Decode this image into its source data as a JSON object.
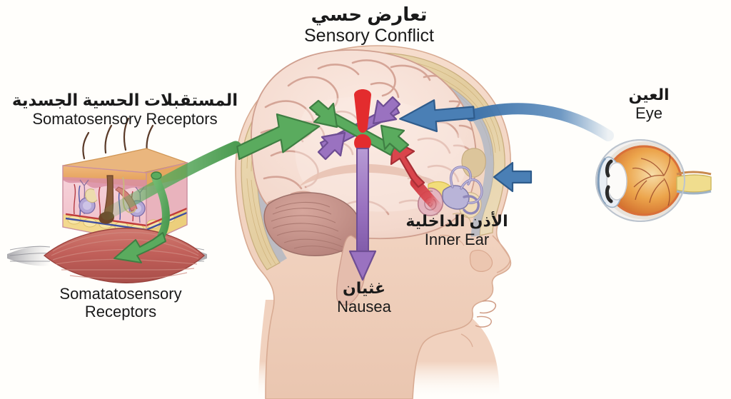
{
  "figure": {
    "title_ar": "تعارض حسي",
    "title_en": "Sensory Conflict",
    "background_color": "#fffefb"
  },
  "labels": [
    {
      "id": "sensory-conflict",
      "ar": "تعارض حسي",
      "en": "Sensory Conflict"
    },
    {
      "id": "somatosensory-receptors",
      "ar": "المستقبلات الحسية الجسدية",
      "en": "Somatosensory Receptors"
    },
    {
      "id": "somatosensory-receptors-lower",
      "ar": "",
      "en_line1": "Somatatosensory",
      "en_line2": "Receptors"
    },
    {
      "id": "inner-ear",
      "ar": "الأذن الداخلية",
      "en": "Inner Ear"
    },
    {
      "id": "eye",
      "ar": "العين",
      "en": "Eye"
    },
    {
      "id": "nausea",
      "ar": "غثيان",
      "en": "Nausea"
    }
  ],
  "colors": {
    "green_arrow": "#5aab5e",
    "green_arrow_dark": "#3f7f43",
    "purple_arrow": "#9a72c0",
    "purple_arrow_dark": "#6f4e94",
    "blue_arrow": "#4a7fb5",
    "blue_arrow_dark": "#2f5c8c",
    "red_arrow": "#d9454c",
    "red_arrow_dark": "#a82f36",
    "exclamation_red": "#e32c2e",
    "skin": "#f2d3c1",
    "skull_bone": "#e7d3ab",
    "brain": "#f4ddd3",
    "brain_sulci": "#d9ab9c",
    "cerebellum": "#c4918a",
    "dura": "#aab4c4",
    "eye_sclera": "#f6f4f2",
    "eye_iris": "#e07b2a",
    "eye_interior": "#e8a64e",
    "muscle": "#c1605a",
    "epidermis": "#eaa86a",
    "dermis": "#f0c3cb",
    "fat": "#f3d98e",
    "text": "#1a1a1a"
  },
  "arrows": [
    {
      "id": "somatosensory-to-brain",
      "color": "#5aab5e",
      "from": "Somatosensory Receptors",
      "to": "Brain",
      "shape": "curved"
    },
    {
      "id": "skin-to-muscle",
      "color": "#5aab5e",
      "from": "Skin",
      "to": "Muscle",
      "shape": "curved"
    },
    {
      "id": "eye-to-brain-upper",
      "color": "#4a7fb5",
      "from": "Eye",
      "to": "Brain",
      "shape": "curved"
    },
    {
      "id": "eye-to-brain-lower",
      "color": "#4a7fb5",
      "from": "Eye",
      "to": "Head",
      "shape": "straight"
    },
    {
      "id": "inner-ear-to-brain",
      "color": "#d9454c",
      "from": "Inner Ear",
      "to": "Brain",
      "shape": "straight"
    },
    {
      "id": "conflict-up-left",
      "color": "#5aab5e",
      "direction": "up-left"
    },
    {
      "id": "conflict-down-right",
      "color": "#5aab5e",
      "direction": "down-right"
    },
    {
      "id": "conflict-up-right",
      "color": "#9a72c0",
      "direction": "up-right"
    },
    {
      "id": "conflict-down-left",
      "color": "#9a72c0",
      "direction": "down-left"
    },
    {
      "id": "brain-to-nausea",
      "color": "#9a72c0",
      "direction": "down"
    }
  ],
  "anatomy": [
    {
      "id": "head-sagittal-section",
      "parts": [
        "skull",
        "brain",
        "cerebellum",
        "brainstem",
        "face-profile",
        "nose",
        "lips",
        "chin",
        "neck"
      ]
    },
    {
      "id": "eye-cross-section",
      "parts": [
        "cornea",
        "lens",
        "iris",
        "retina",
        "optic-nerve"
      ]
    },
    {
      "id": "inner-ear",
      "parts": [
        "cochlea",
        "semicircular-canals",
        "vestibular-nerve"
      ]
    },
    {
      "id": "skin-block",
      "parts": [
        "hair",
        "epidermis",
        "dermis",
        "subcutaneous-fat",
        "nerve-endings",
        "pacinian-corpuscle"
      ]
    },
    {
      "id": "skeletal-muscle",
      "parts": [
        "muscle-belly",
        "tendons"
      ]
    }
  ]
}
